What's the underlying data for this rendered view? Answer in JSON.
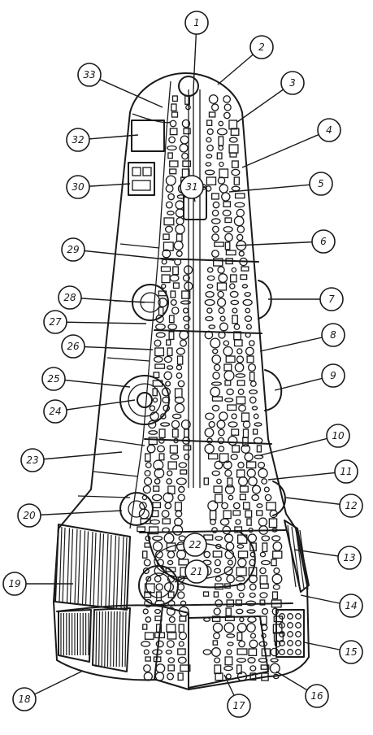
{
  "figure": {
    "style": "pen-and-ink cutaway drawing of a conical spacecraft",
    "ink_color": "#1a1a1a",
    "paper_color": "#ffffff"
  },
  "callouts": [
    {
      "label": "1"
    },
    {
      "label": "2"
    },
    {
      "label": "3"
    },
    {
      "label": "4"
    },
    {
      "label": "5"
    },
    {
      "label": "6"
    },
    {
      "label": "7"
    },
    {
      "label": "8"
    },
    {
      "label": "9"
    },
    {
      "label": "10"
    },
    {
      "label": "11"
    },
    {
      "label": "12"
    },
    {
      "label": "13"
    },
    {
      "label": "14"
    },
    {
      "label": "15"
    },
    {
      "label": "16"
    },
    {
      "label": "17"
    },
    {
      "label": "18"
    },
    {
      "label": "19"
    },
    {
      "label": "20"
    },
    {
      "label": "21"
    },
    {
      "label": "22"
    },
    {
      "label": "23"
    },
    {
      "label": "24"
    },
    {
      "label": "25"
    },
    {
      "label": "26"
    },
    {
      "label": "27"
    },
    {
      "label": "28"
    },
    {
      "label": "29"
    },
    {
      "label": "30"
    },
    {
      "label": "31"
    },
    {
      "label": "32"
    },
    {
      "label": "33"
    }
  ]
}
